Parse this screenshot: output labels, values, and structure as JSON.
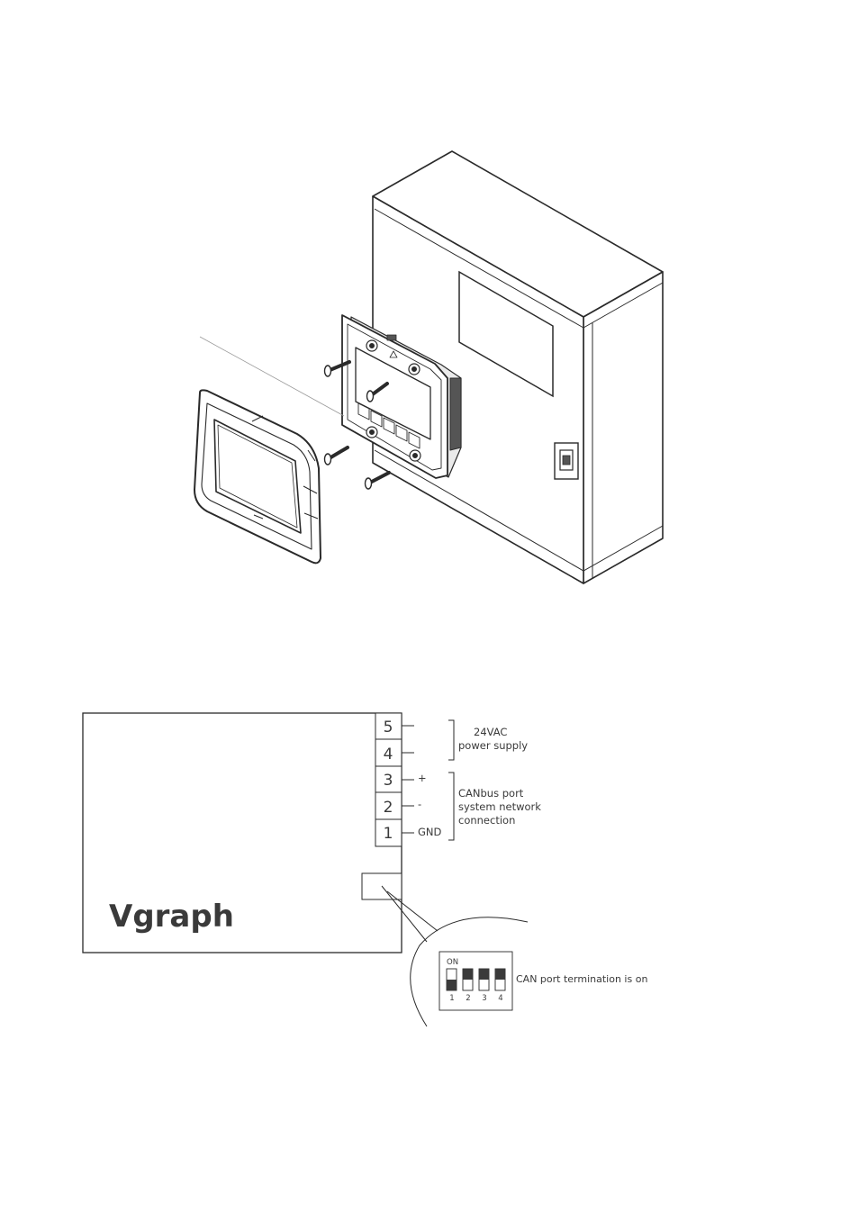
{
  "terminals": [
    {
      "number": "5",
      "mark": ""
    },
    {
      "number": "4",
      "mark": ""
    },
    {
      "number": "3",
      "mark": "+"
    },
    {
      "number": "2",
      "mark": "-"
    },
    {
      "number": "1",
      "mark": "GND"
    }
  ],
  "groups": {
    "power": {
      "line1": "24VAC",
      "line2": "power supply"
    },
    "canbus": {
      "line1": "CANbus port",
      "line2": "system network",
      "line3": "connection"
    }
  },
  "brand": "Vgraph",
  "dip": {
    "on_label": "ON",
    "switch_numbers": [
      "1",
      "2",
      "3",
      "4"
    ],
    "note": "CAN port termination is on"
  }
}
